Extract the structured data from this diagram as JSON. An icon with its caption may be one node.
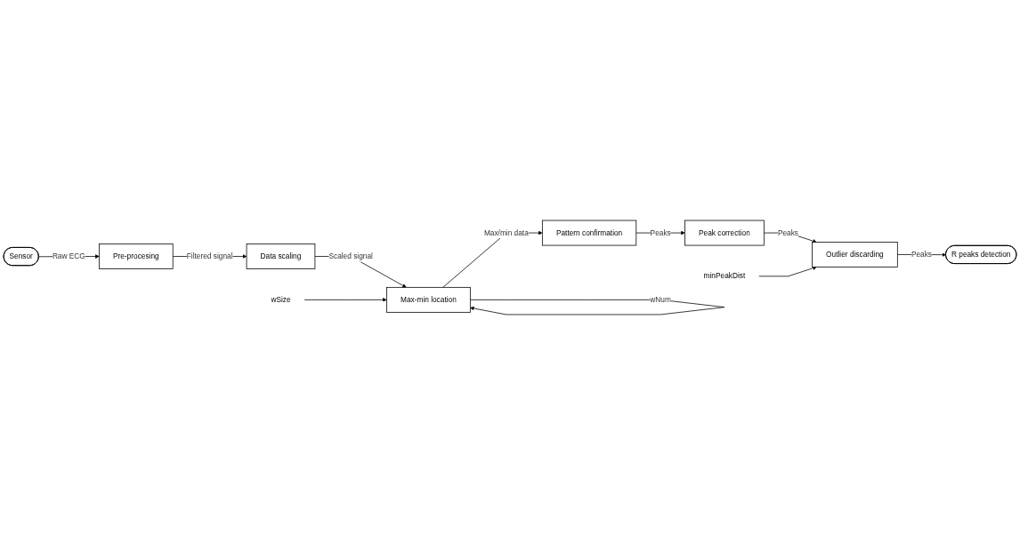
{
  "diagram": {
    "nodes": [
      {
        "text": [
          "Sensor"
        ]
      },
      {
        "text": [
          "Pre-procesing"
        ]
      },
      {
        "text": [
          "Data scaling"
        ]
      },
      {
        "text": [
          "Max-min location"
        ]
      },
      {
        "text": [
          "Pattern confirmation"
        ]
      },
      {
        "text": [
          "Peak correction"
        ]
      },
      {
        "text": [
          "Outlier discarding"
        ]
      },
      {
        "text": [
          "R peaks detection"
        ]
      },
      {
        "text": [
          "wSize"
        ]
      },
      {
        "text": [
          "minPeakDist"
        ]
      }
    ],
    "edges": [
      {
        "from": 0,
        "to": 1,
        "arrow": "to",
        "label": "Raw ECG"
      },
      {
        "from": 1,
        "to": 2,
        "arrow": "to",
        "label": "Filtered signal"
      },
      {
        "from": 2,
        "to": 3,
        "arrow": "to",
        "label": "Scaled signal"
      },
      {
        "from": 3,
        "to": 3,
        "arrow": "to",
        "label": "wNum"
      },
      {
        "from": 3,
        "to": 4,
        "arrow": "to",
        "label": "Max/min data"
      },
      {
        "from": 4,
        "to": 5,
        "arrow": "to",
        "label": "Peaks"
      },
      {
        "from": 5,
        "to": 6,
        "arrow": "to",
        "label": "Peaks"
      },
      {
        "from": 6,
        "to": 7,
        "arrow": "to",
        "label": "Peaks"
      },
      {
        "from": 8,
        "to": 3,
        "arrow": "to"
      },
      {
        "from": 9,
        "to": 6,
        "arrow": "to"
      }
    ]
  }
}
